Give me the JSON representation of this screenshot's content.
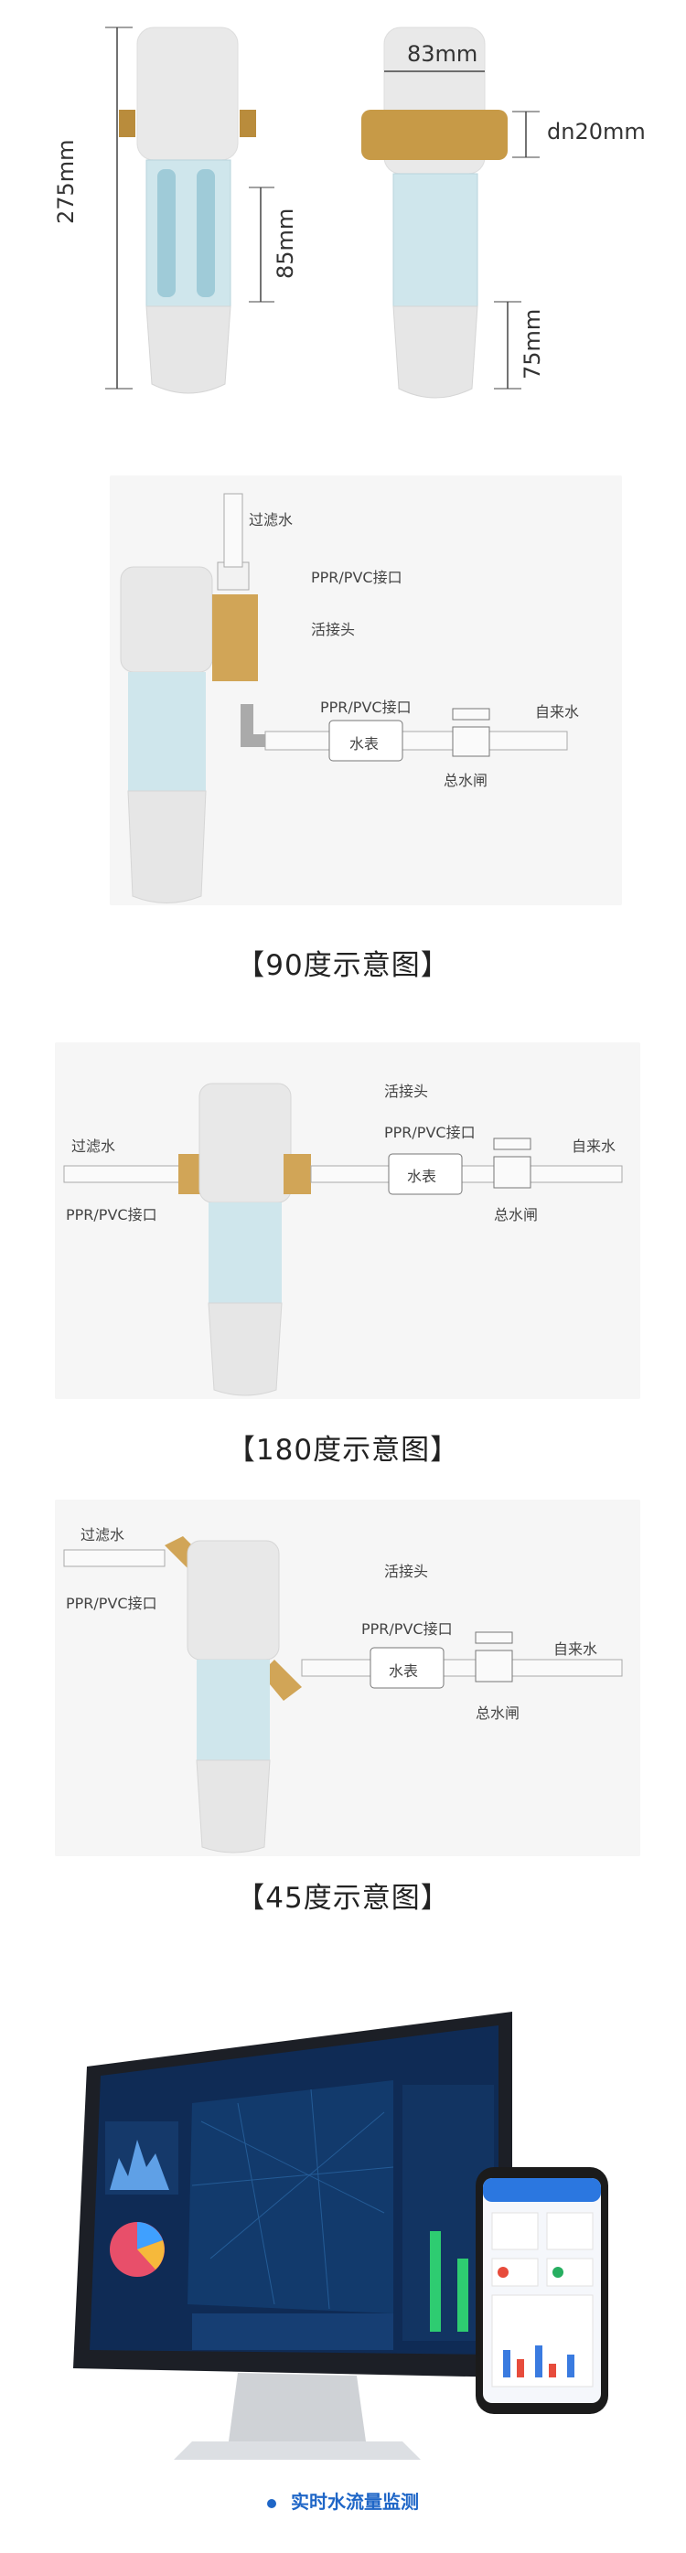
{
  "dimensions": {
    "height_total": "275mm",
    "height_filter": "85mm",
    "width_top": "83mm",
    "connector": "dn20mm",
    "height_base": "75mm"
  },
  "diagram_90": {
    "caption": "【90度示意图】",
    "labels": {
      "filtered_water": "过滤水",
      "ppr_top": "PPR/PVC接口",
      "union": "活接头",
      "ppr_bottom": "PPR/PVC接口",
      "tap_water": "自来水",
      "meter": "水表",
      "main_valve": "总水闸"
    }
  },
  "diagram_180": {
    "caption": "【180度示意图】",
    "labels": {
      "union": "活接头",
      "filtered_water": "过滤水",
      "ppr_right": "PPR/PVC接口",
      "tap_water": "自来水",
      "meter": "水表",
      "ppr_left": "PPR/PVC接口",
      "main_valve": "总水闸"
    }
  },
  "diagram_45": {
    "caption": "【45度示意图】",
    "labels": {
      "filtered_water": "过滤水",
      "ppr_left": "PPR/PVC接口",
      "union": "活接头",
      "ppr_right": "PPR/PVC接口",
      "tap_water": "自来水",
      "meter": "水表",
      "main_valve": "总水闸"
    }
  },
  "monitor": {
    "caption": "实时水流量监测"
  }
}
